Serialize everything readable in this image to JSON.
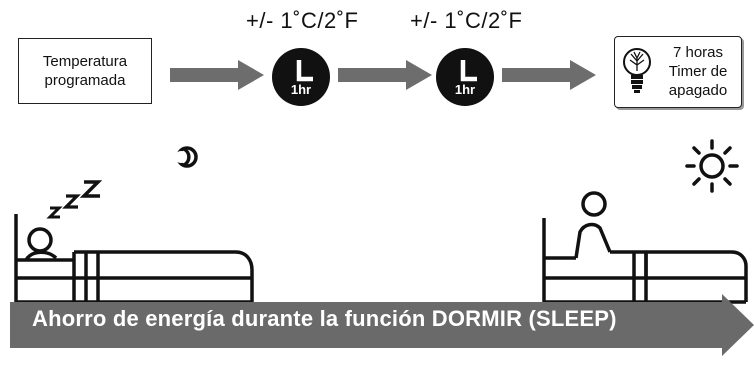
{
  "steps": {
    "start_label_line1": "Temperatura",
    "start_label_line2": "programada",
    "step1_label": "+/- 1˚C/2˚F",
    "step2_label": "+/- 1˚C/2˚F",
    "clock1_label": "1hr",
    "clock2_label": "1hr",
    "end_line1": "7 horas",
    "end_line2": "Timer de",
    "end_line3": "apagado"
  },
  "banner": {
    "text": "Ahorro de energía durante la función DORMIR (SLEEP)"
  },
  "icons": {
    "start_scene": "sleeping-bed-icon",
    "end_scene": "waking-bed-icon",
    "night": "moon-icon",
    "day": "sun-icon",
    "snore": "zzz-icon",
    "end_box": "lightbulb-icon",
    "timer": "clock-icon"
  },
  "colors": {
    "arrow": "#6d6d6d",
    "banner": "#6a6a6a",
    "clock": "#111111"
  }
}
